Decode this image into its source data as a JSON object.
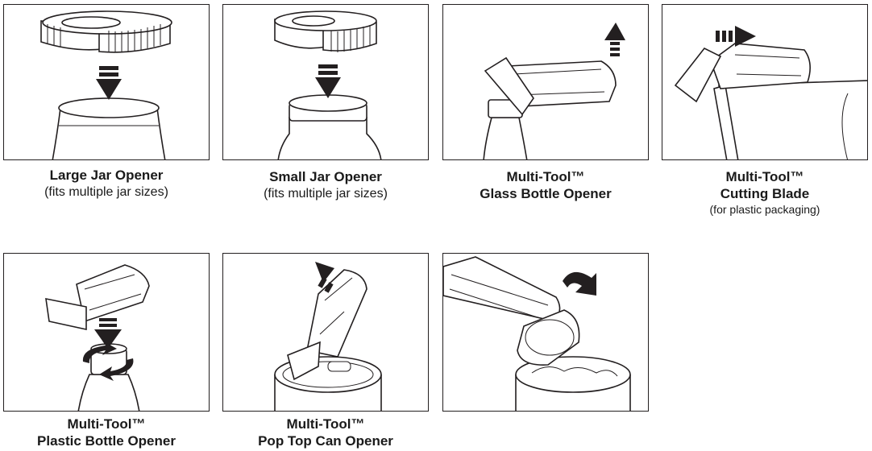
{
  "items": [
    {
      "title": "Large Jar Opener",
      "subtitle": "(fits multiple jar sizes)"
    },
    {
      "title": "Small Jar Opener",
      "subtitle": "(fits multiple jar sizes)"
    },
    {
      "title": "Multi-Tool™",
      "subtitle": "Glass Bottle Opener"
    },
    {
      "title": "Multi-Tool™",
      "subtitle": "Cutting Blade",
      "note": "(for plastic packaging)"
    },
    {
      "title": "Multi-Tool™",
      "subtitle": "Plastic Bottle Opener"
    },
    {
      "title": "Multi-Tool™",
      "subtitle": "Pop Top Can Opener"
    },
    {
      "title": "",
      "subtitle": ""
    }
  ]
}
